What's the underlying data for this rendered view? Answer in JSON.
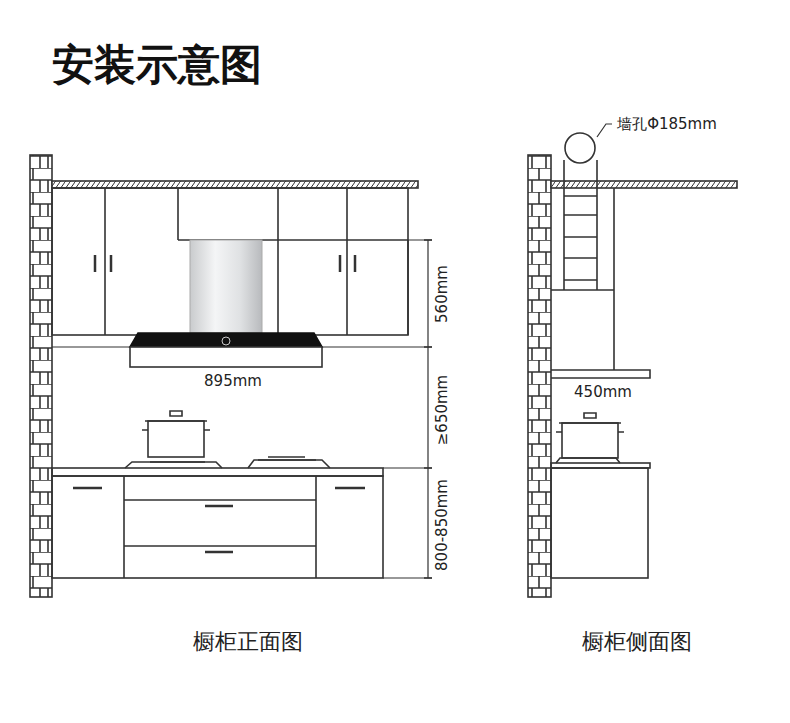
{
  "diagram": {
    "title": "安装示意图",
    "labels": [
      "560mm",
      "895mm",
      "≥650mm",
      "800-850mm",
      "橱柜正面图",
      "墙孔Φ185mm",
      "450mm",
      "橱柜侧面图"
    ]
  }
}
